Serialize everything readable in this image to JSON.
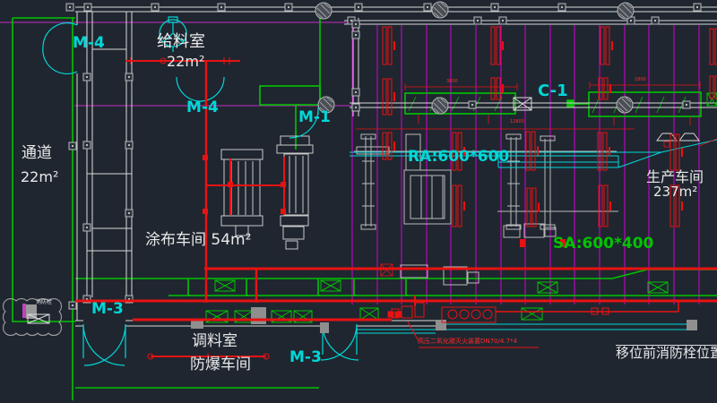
{
  "drawing": {
    "type": "cad-floor-plan",
    "background": "#1f2630"
  },
  "colors": {
    "background": "#1f2630",
    "wall_white": "#d9d9d9",
    "detail_gray": "#9a9a9a",
    "cyan": "#00d8d8",
    "green": "#00c400",
    "red": "#e81212",
    "red_text": "#ff2a2a",
    "magenta_grid": "#d400d4",
    "purple_line": "#a32ca3",
    "white_text": "#e9e9e9"
  },
  "labels": {
    "m4_top": "M-4",
    "m4_mid": "M-4",
    "m1": "M-1",
    "m3_left": "M-3",
    "m3_right": "M-3",
    "c1": "C-1",
    "feed_room": "给料室",
    "feed_room_area": "22m²",
    "corridor": "通道",
    "corridor_area": "22m²",
    "coating_room": "涂布车间 54m²",
    "production_room": "生产车间",
    "production_room_area": "237m²",
    "mixing_room": "调料室",
    "explosion_room": "防爆车间",
    "ra_duct": "RA:600*600",
    "sa_duct": "SA:600*400",
    "co2_note": "高压二氧化碳灭火装置DN70/4.7*4",
    "hydrant": "消防栓",
    "relocation_note": "移位前消防栓位置",
    "dim_a": "3600",
    "dim_b": "1800",
    "dim_c": "12800"
  }
}
